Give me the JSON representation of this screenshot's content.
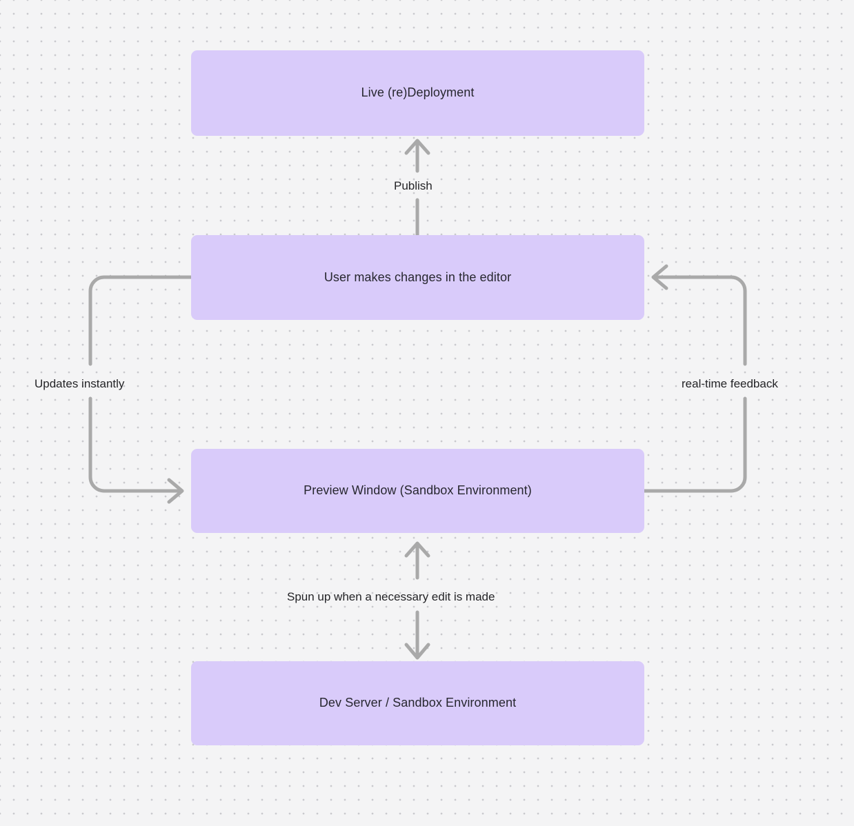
{
  "diagram": {
    "type": "flowchart",
    "background_color": "#f4f4f5",
    "grid": "dotted",
    "node_color": "#d9cbfa",
    "edge_color": "#a9a9a9",
    "text_color": "#27272f",
    "nodes": [
      {
        "id": "live",
        "label": "Live (re)Deployment"
      },
      {
        "id": "editor",
        "label": "User makes changes in the editor"
      },
      {
        "id": "preview",
        "label": "Preview Window (Sandbox Environment)"
      },
      {
        "id": "dev",
        "label": "Dev Server / Sandbox Environment"
      }
    ],
    "edges": [
      {
        "id": "publish",
        "from": "editor",
        "to": "live",
        "label": "Publish",
        "direction": "up"
      },
      {
        "id": "updates",
        "from": "editor",
        "to": "preview",
        "label": "Updates instantly",
        "direction": "left-loop-down"
      },
      {
        "id": "feedback",
        "from": "preview",
        "to": "editor",
        "label": "real-time feedback",
        "direction": "right-loop-up"
      },
      {
        "id": "spun",
        "from": "dev",
        "to": "preview",
        "label": "Spun up when a necessary edit is made",
        "direction": "bidirectional"
      }
    ]
  }
}
